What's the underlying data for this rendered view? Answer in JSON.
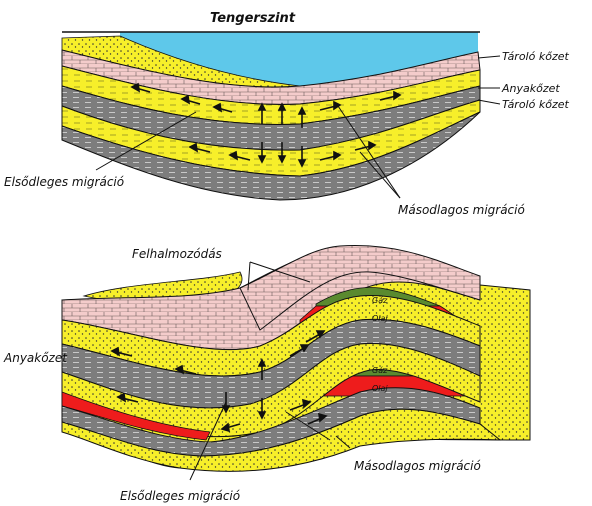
{
  "diagram": {
    "top": {
      "sea_level_label": "Tengerszint",
      "reservoir_rock_upper_label": "Tároló kőzet",
      "source_rock_label": "Anyakőzet",
      "reservoir_rock_lower_label": "Tároló kőzet",
      "primary_migration_label": "Elsődleges migráció",
      "secondary_migration_label": "Másodlagos migráció"
    },
    "bottom": {
      "accumulation_label": "Felhalmozódás",
      "source_rock_label": "Anyakőzet",
      "gas_label_upper": "Gáz",
      "oil_label_upper": "Olaj",
      "gas_label_lower": "Gáz",
      "oil_label_lower": "Olaj",
      "secondary_migration_label": "Másodlagos migráció",
      "primary_migration_label": "Elsődleges migráció"
    },
    "colors": {
      "water": "#5ec8ea",
      "limestone": "#f4cccb",
      "sand": "#f7ef2a",
      "shale": "#7d7d7d",
      "oil": "#ee1c1c",
      "gas": "#5a8a2f",
      "outline": "#111111"
    }
  }
}
